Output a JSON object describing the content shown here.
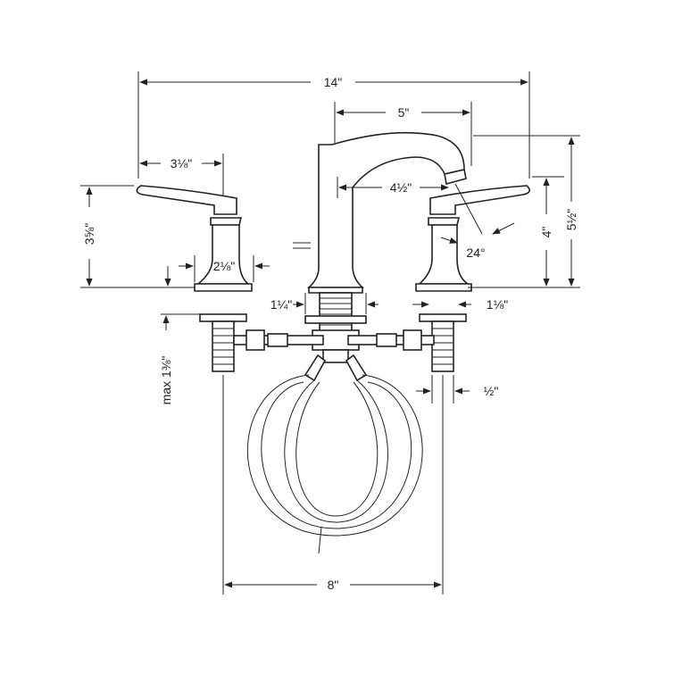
{
  "colors": {
    "line": "#222222",
    "background": "#ffffff"
  },
  "dimensions": {
    "overall_width": "14\"",
    "spout_reach": "5\"",
    "handle_reach": "3⅛\"",
    "spout_projection": "4½\"",
    "angle": "24°",
    "handle_height": "3⅝\"",
    "handle_base": "2⅛\"",
    "deck_to_spout": "4\"",
    "overall_height": "5½\"",
    "spout_shank": "1¼\"",
    "handle_shank": "1⅛\"",
    "max_deck": "max 1⅜\"",
    "inlet": "½\"",
    "centers": "8\""
  }
}
